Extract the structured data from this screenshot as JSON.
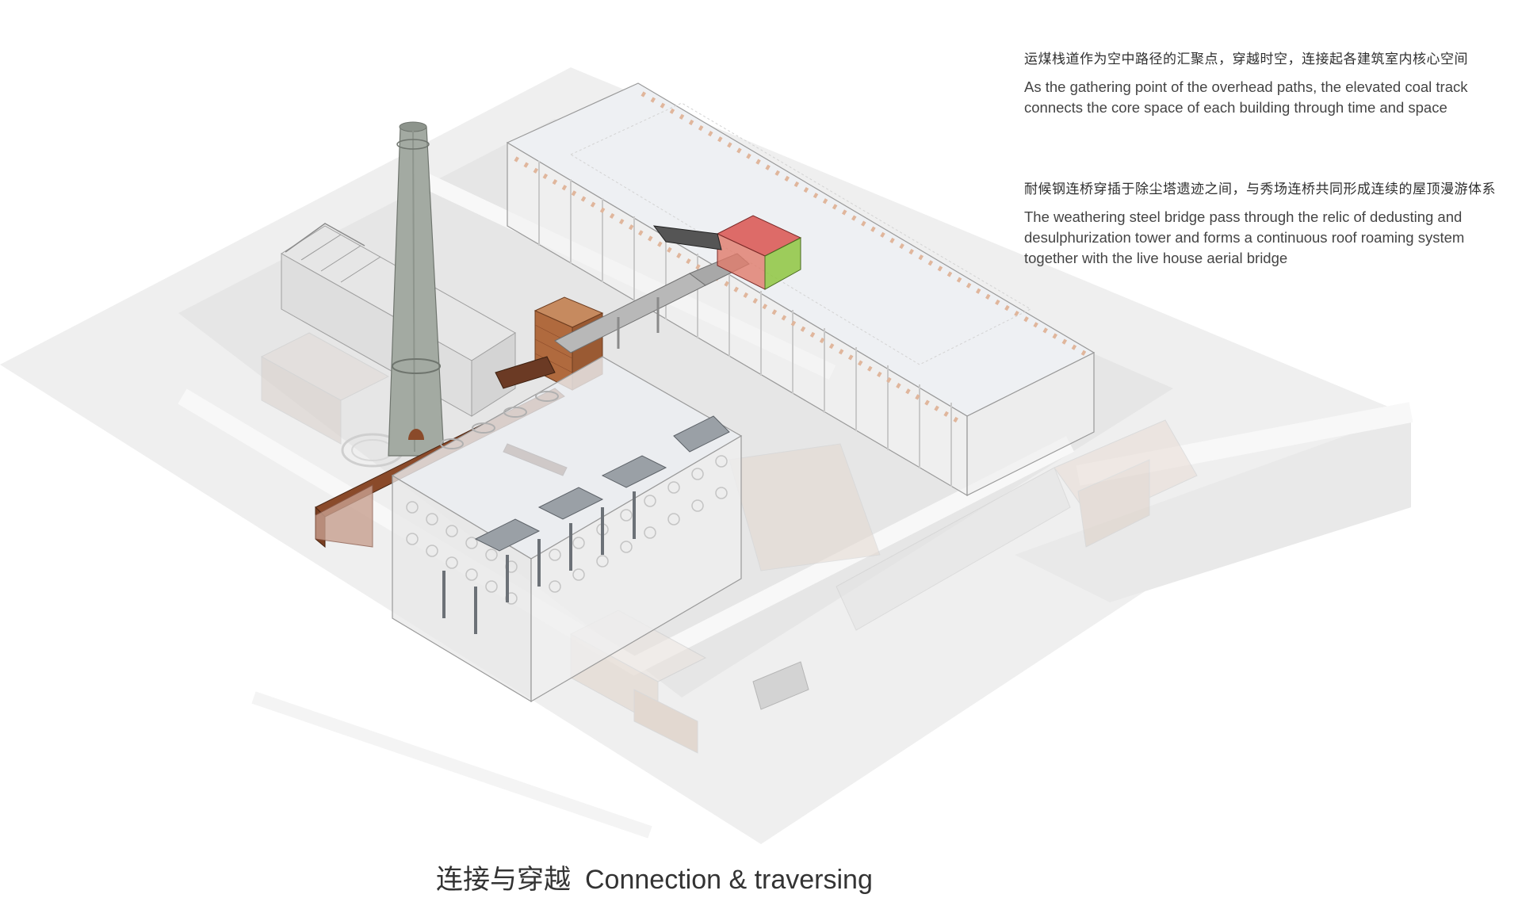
{
  "annotations": [
    {
      "zh": "运煤栈道作为空中路径的汇聚点，穿越时空，连接起各建筑室内核心空间",
      "en": "As the gathering point of the overhead paths, the elevated coal track connects the core space of each building through time and space"
    },
    {
      "zh": "耐候钢连桥穿插于除尘塔遗迹之间，与秀场连桥共同形成连续的屋顶漫游体系",
      "en": "The weathering steel bridge pass through the relic of dedusting and desulphurization tower and forms a continuous roof roaming system together with the live house aerial bridge"
    }
  ],
  "caption": {
    "zh": "连接与穿越",
    "en": "Connection & traversing"
  },
  "colors": {
    "ground": "#ececec",
    "road": "#f7f7f7",
    "glass_volume": "#e9edf1",
    "brick": "#b06a3e",
    "weathering_steel": "#8a4a2a",
    "chimney": "#9ea59d",
    "accent_red": "#d9534f",
    "accent_green": "#8ec63f",
    "text": "#333333"
  }
}
